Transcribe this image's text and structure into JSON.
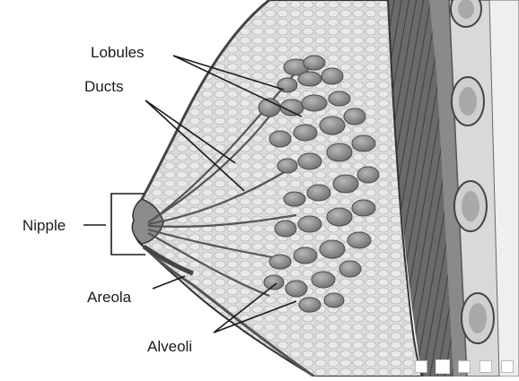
{
  "diagram": {
    "labels": {
      "lobules": "Lobules",
      "ducts": "Ducts",
      "nipple": "Nipple",
      "areola": "Areola",
      "alveoli": "Alveoli"
    }
  },
  "pager": {
    "pages": 5,
    "current": 2
  },
  "colors": {
    "tissue": "#d2d2d2",
    "lobule": "#8f8f8f",
    "lobule_dark": "#606060",
    "muscle": "#555555",
    "rib": "#c7c7c7"
  }
}
